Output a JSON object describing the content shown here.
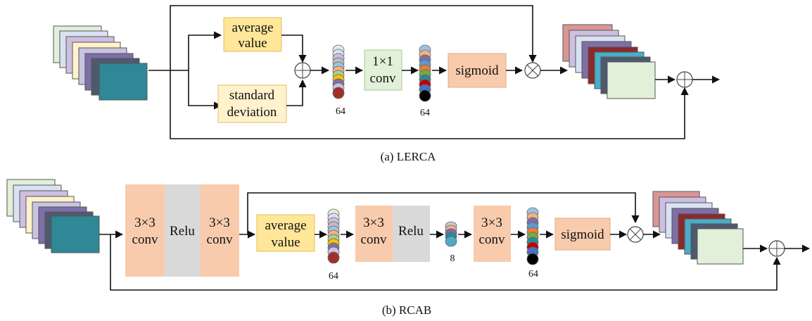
{
  "lerca": {
    "avg_line1": "average",
    "avg_line2": "value",
    "std_line1": "standard",
    "std_line2": "deviation",
    "conv_line1": "1×1",
    "conv_line2": "conv",
    "sigmoid": "sigmoid",
    "count_a": "64",
    "count_b": "64",
    "caption": "(a) LERCA"
  },
  "rcab": {
    "conv1_line1": "3×3",
    "conv1_line2": "conv",
    "relu1": "Relu",
    "conv2_line1": "3×3",
    "conv2_line2": "conv",
    "avg_line1": "average",
    "avg_line2": "value",
    "conv3_line1": "3×3",
    "conv3_line2": "conv",
    "relu2": "Relu",
    "conv4_line1": "3×3",
    "conv4_line2": "conv",
    "sigmoid": "sigmoid",
    "count_a": "64",
    "count_b": "8",
    "count_c": "64",
    "caption": "(b) RCAB"
  },
  "colors": {
    "yellow_box": "#FFE699",
    "beige_box": "#FFF2CC",
    "green_box": "#E2F0D9",
    "salmon_box": "#F8CBAD",
    "gray_box": "#D9D9D9"
  }
}
